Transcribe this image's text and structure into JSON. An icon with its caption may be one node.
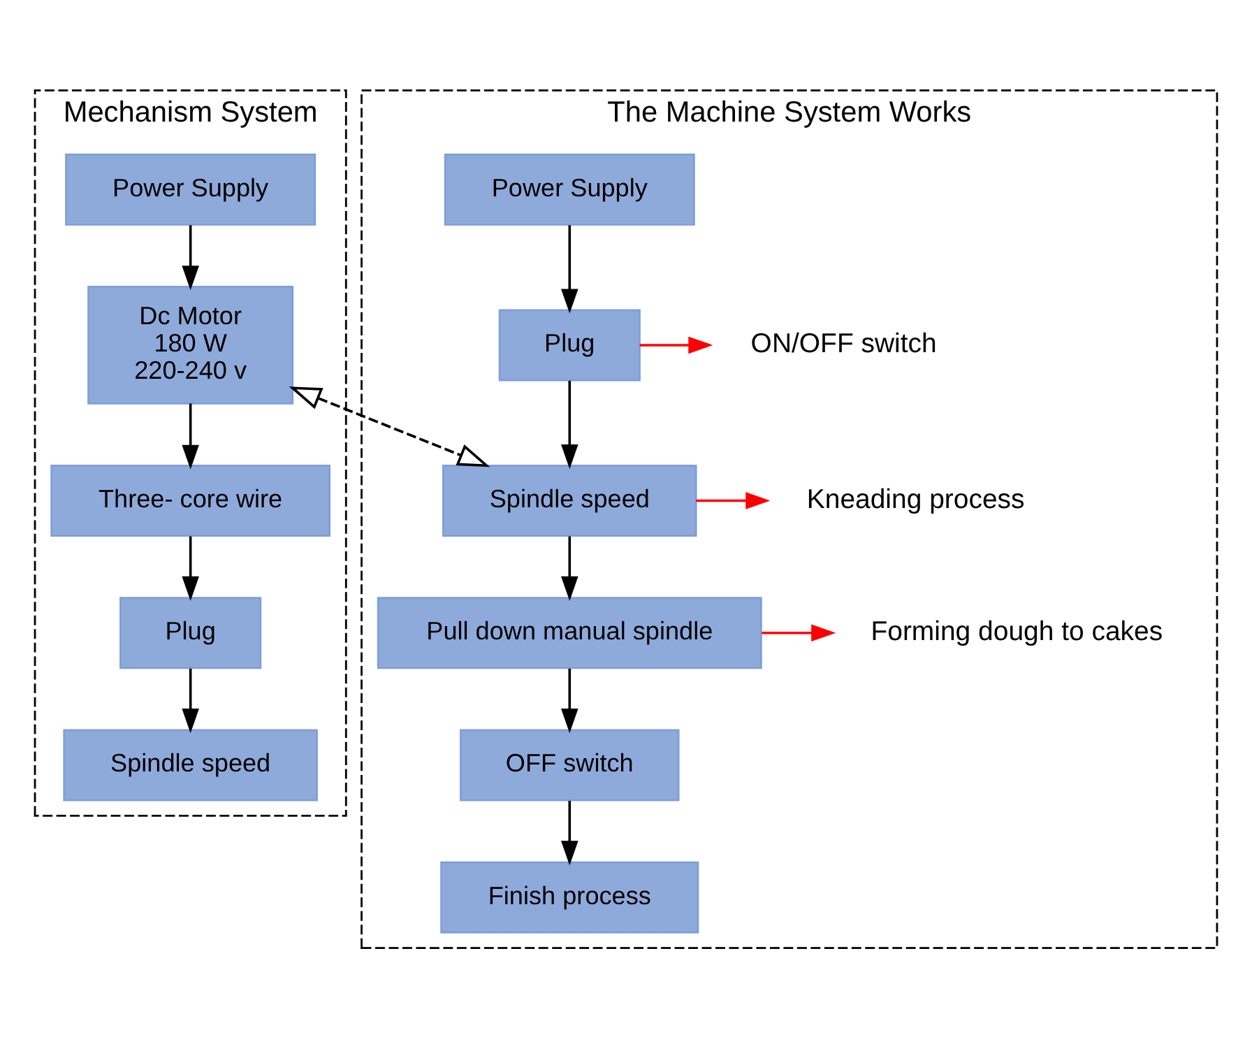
{
  "diagram": {
    "nodes": [
      {
        "text": [
          "Mechanism System"
        ]
      },
      {
        "text": [
          "Power Supply"
        ],
        "in": 0
      },
      {
        "text": [
          "Dc Motor",
          "180 W",
          "220-240 v"
        ],
        "in": 0
      },
      {
        "text": [
          "Three- core wire"
        ],
        "in": 0
      },
      {
        "text": [
          "Plug"
        ],
        "in": 0
      },
      {
        "text": [
          "Spindle speed"
        ],
        "in": 0
      },
      {
        "text": [
          "The Machine System Works"
        ]
      },
      {
        "text": [
          "Power Supply"
        ],
        "in": 6
      },
      {
        "text": [
          "Plug"
        ],
        "in": 6
      },
      {
        "text": [
          "Spindle speed"
        ],
        "in": 6
      },
      {
        "text": [
          "Pull down manual spindle"
        ],
        "in": 6
      },
      {
        "text": [
          "OFF switch"
        ],
        "in": 6
      },
      {
        "text": [
          "Finish process"
        ],
        "in": 6
      },
      {
        "text": [
          "ON/OFF switch"
        ],
        "in": 6
      },
      {
        "text": [
          "Kneading process"
        ],
        "in": 6
      },
      {
        "text": [
          "Forming dough to cakes"
        ],
        "in": 6
      }
    ],
    "edges": [
      {
        "from": 1,
        "to": 2,
        "arrow": "to"
      },
      {
        "from": 2,
        "to": 3,
        "arrow": "to"
      },
      {
        "from": 3,
        "to": 4,
        "arrow": "to"
      },
      {
        "from": 4,
        "to": 5,
        "arrow": "to"
      },
      {
        "from": 7,
        "to": 8,
        "arrow": "to"
      },
      {
        "from": 8,
        "to": 9,
        "arrow": "to"
      },
      {
        "from": 9,
        "to": 10,
        "arrow": "to"
      },
      {
        "from": 10,
        "to": 11,
        "arrow": "to"
      },
      {
        "from": 11,
        "to": 12,
        "arrow": "to"
      },
      {
        "from": 8,
        "to": 13,
        "arrow": "to",
        "color": "#ff0000"
      },
      {
        "from": 9,
        "to": 14,
        "arrow": "to",
        "color": "#ff0000"
      },
      {
        "from": 10,
        "to": 15,
        "arrow": "to",
        "color": "#ff0000"
      },
      {
        "from": 2,
        "to": 9,
        "arrow": "both",
        "style": "dashed"
      }
    ]
  }
}
